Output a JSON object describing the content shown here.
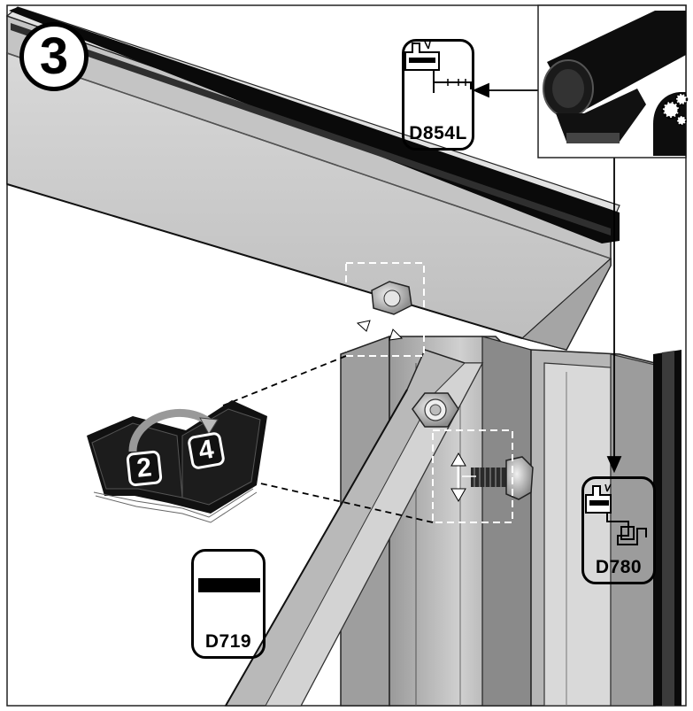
{
  "step": {
    "number": "3"
  },
  "manual_ref": {
    "page_from": "2",
    "page_to": "4",
    "icon": "book-icon"
  },
  "parts": {
    "gasket_profile": {
      "code": "D854L",
      "icon": "profile-icon"
    },
    "corner_profile": {
      "code": "D780",
      "icon": "profile-icon"
    },
    "spacer_profile": {
      "code": "D719",
      "icon": "bar-icon"
    }
  },
  "detail_icons": [
    "rubber-gasket-icon",
    "gears-head-icon",
    "adjust-arrows-icon"
  ],
  "colors": {
    "steel_light": "#cfcfcf",
    "steel_mid": "#a9a9a9",
    "steel_dark": "#6e6e6e",
    "seal_black": "#0a0a0a",
    "outline": "#000000"
  }
}
